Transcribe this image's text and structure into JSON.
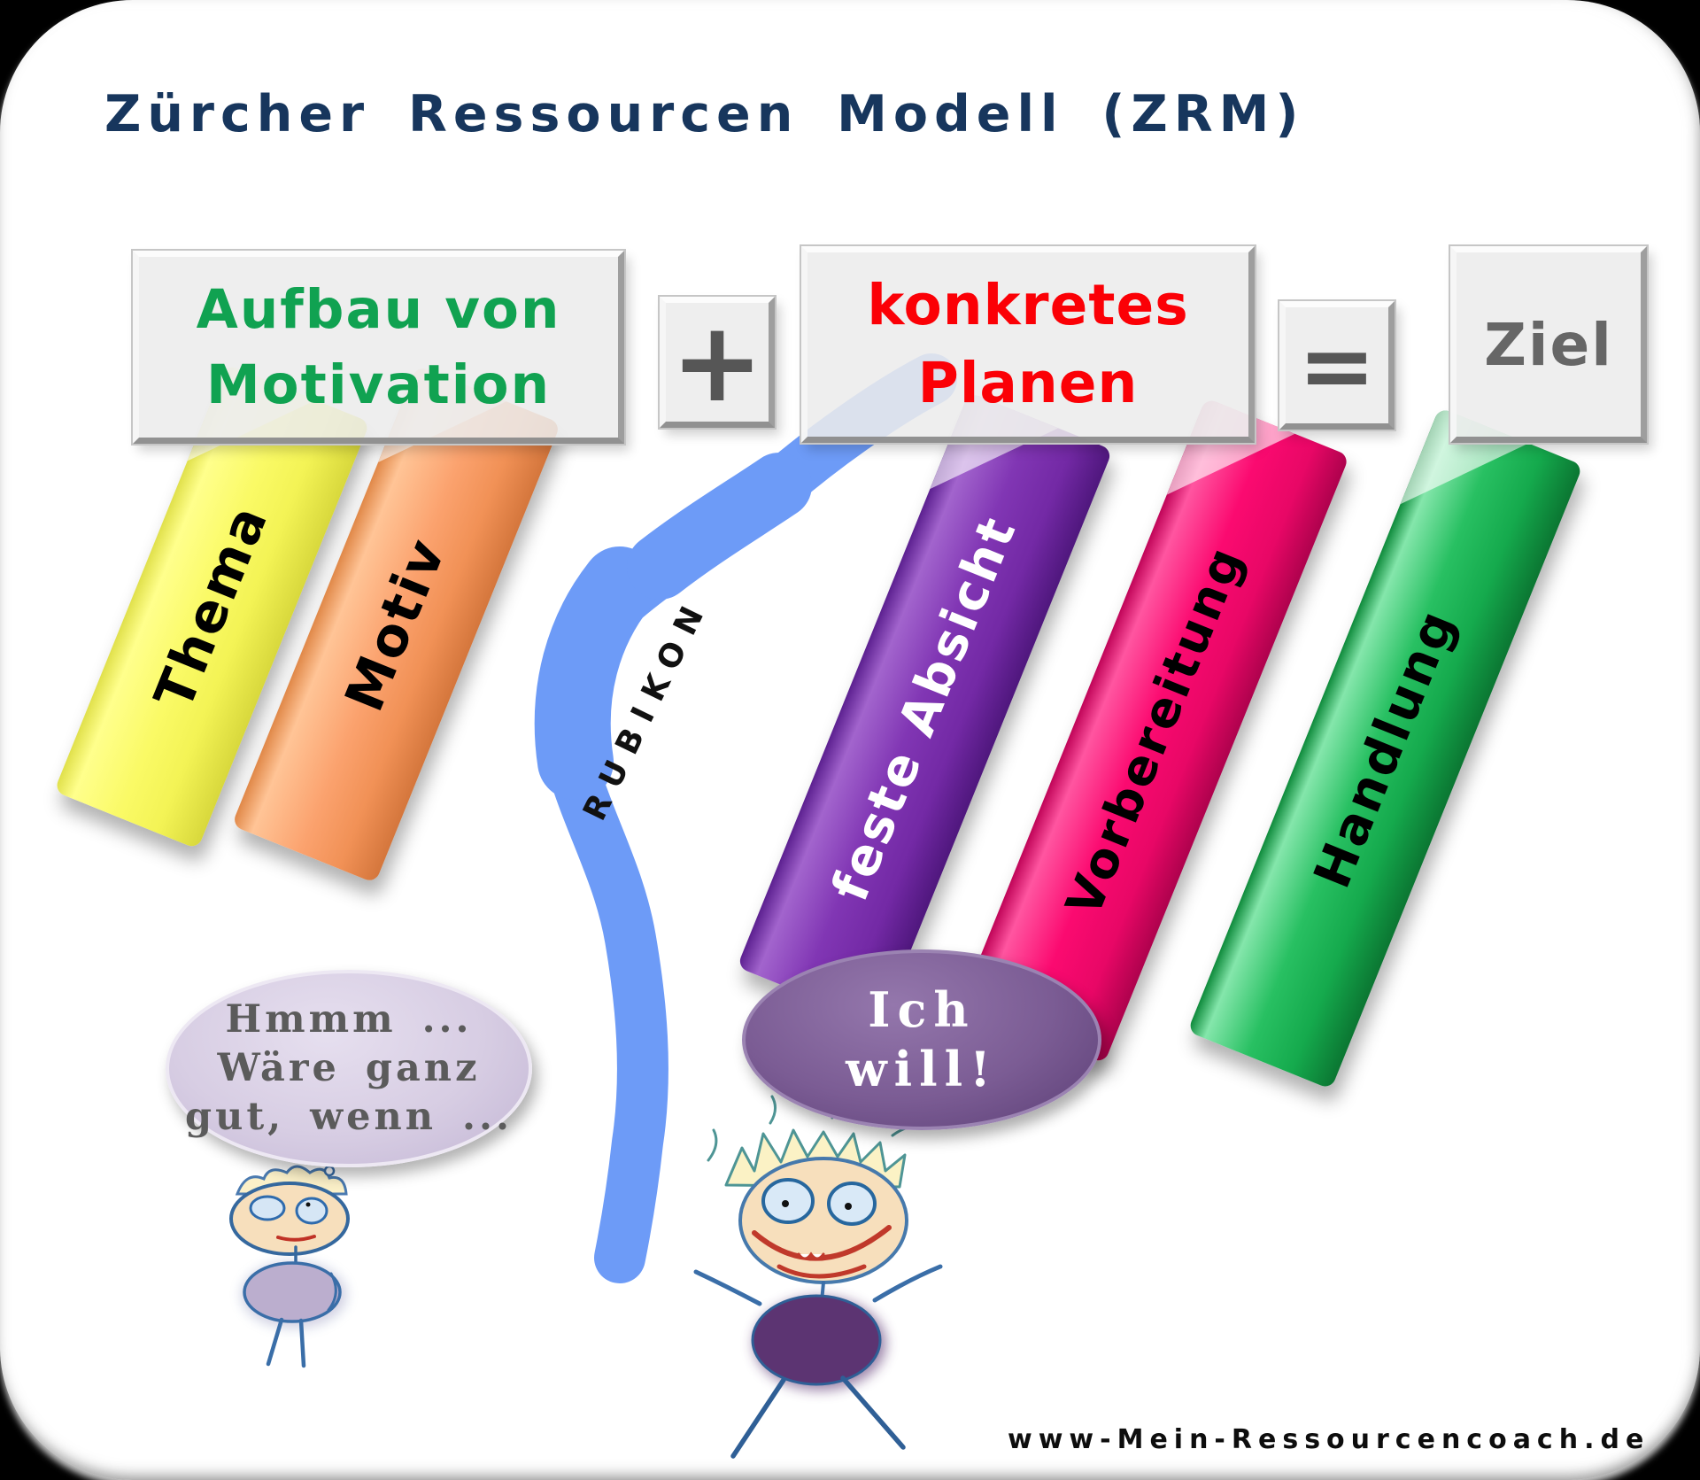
{
  "page": {
    "title": "Zürcher Ressourcen Modell (ZRM)",
    "title_color": "#17365D",
    "website": "www-Mein-Ressourcencoach.de"
  },
  "equation": {
    "box1": {
      "line1": "Aufbau von",
      "line2": "Motivation",
      "text_color": "#10A251"
    },
    "plus_label": "+",
    "box2": {
      "line1": "konkretes",
      "line2": "Planen",
      "text_color": "#FB0006"
    },
    "equals_label": "=",
    "box3": {
      "label": "Ziel",
      "text_color": "#666666"
    },
    "box_background": "#ECECEC"
  },
  "bars": [
    {
      "label": "Thema",
      "color": "#FAFA66",
      "text_color": "#000000"
    },
    {
      "label": "Motiv",
      "color": "#FBA26E",
      "text_color": "#000000"
    },
    {
      "label": "feste Absicht",
      "color": "#8136B4",
      "text_color": "#FFFFFF"
    },
    {
      "label": "Vorbereitung",
      "color": "#FB0A70",
      "text_color": "#000000"
    },
    {
      "label": "Handlung",
      "color": "#15AA4D",
      "text_color": "#000000"
    }
  ],
  "river": {
    "label": "RUBIKON",
    "color": "#6D9BF7",
    "text_color": "#111111"
  },
  "bubbles": {
    "think": {
      "lines": [
        "Hmmm ...",
        "Wäre ganz",
        "gut, wenn ..."
      ],
      "background": "#D7CDE3",
      "text_color": "#5B5B5B"
    },
    "will": {
      "lines": [
        "Ich",
        "will!"
      ],
      "background": "#7B5C94",
      "text_color": "#FFFFFF"
    }
  }
}
